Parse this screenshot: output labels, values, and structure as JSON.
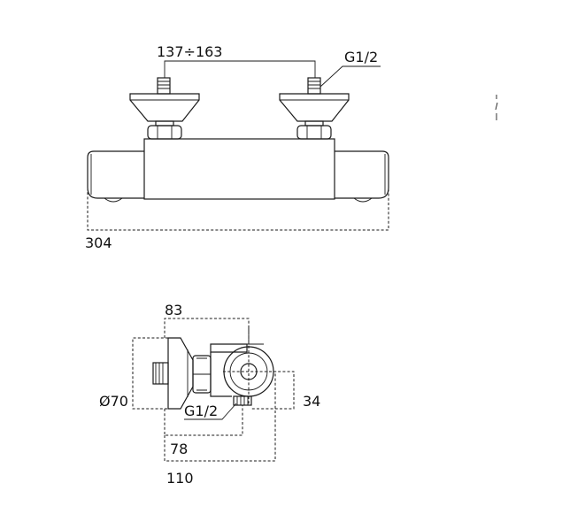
{
  "front_view": {
    "spacing": "137÷163",
    "thread": "G1/2",
    "width": "304"
  },
  "side_view": {
    "depth": "83",
    "diameter": "Ø70",
    "thread": "G1/2",
    "height": "34",
    "offset": "78",
    "total_depth": "110"
  },
  "colors": {
    "line": "#1a1a1a",
    "background": "#ffffff"
  }
}
